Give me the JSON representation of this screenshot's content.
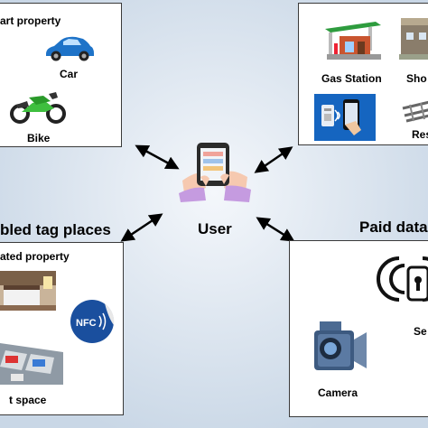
{
  "center": {
    "label": "User"
  },
  "top_left": {
    "header": "art property",
    "items": {
      "car": "Car",
      "bike": "Bike"
    }
  },
  "top_right": {
    "items": {
      "gas": "Gas Station",
      "shop": "Sho",
      "res": "Res"
    }
  },
  "bottom_left": {
    "title": "bled tag places",
    "header": "ated property",
    "items": {
      "nfc": "NFC",
      "space": "t space"
    }
  },
  "bottom_right": {
    "title": "Paid data",
    "items": {
      "camera": "Camera",
      "sensor": "Se"
    }
  },
  "colors": {
    "background": "#dfe8f2",
    "panel": "#ffffff",
    "border": "#3a3a3a",
    "car": "#1e73c8",
    "bike": "#3fbf3f",
    "nfc": "#1a4f9e",
    "phone_screen": "#1565c0"
  }
}
